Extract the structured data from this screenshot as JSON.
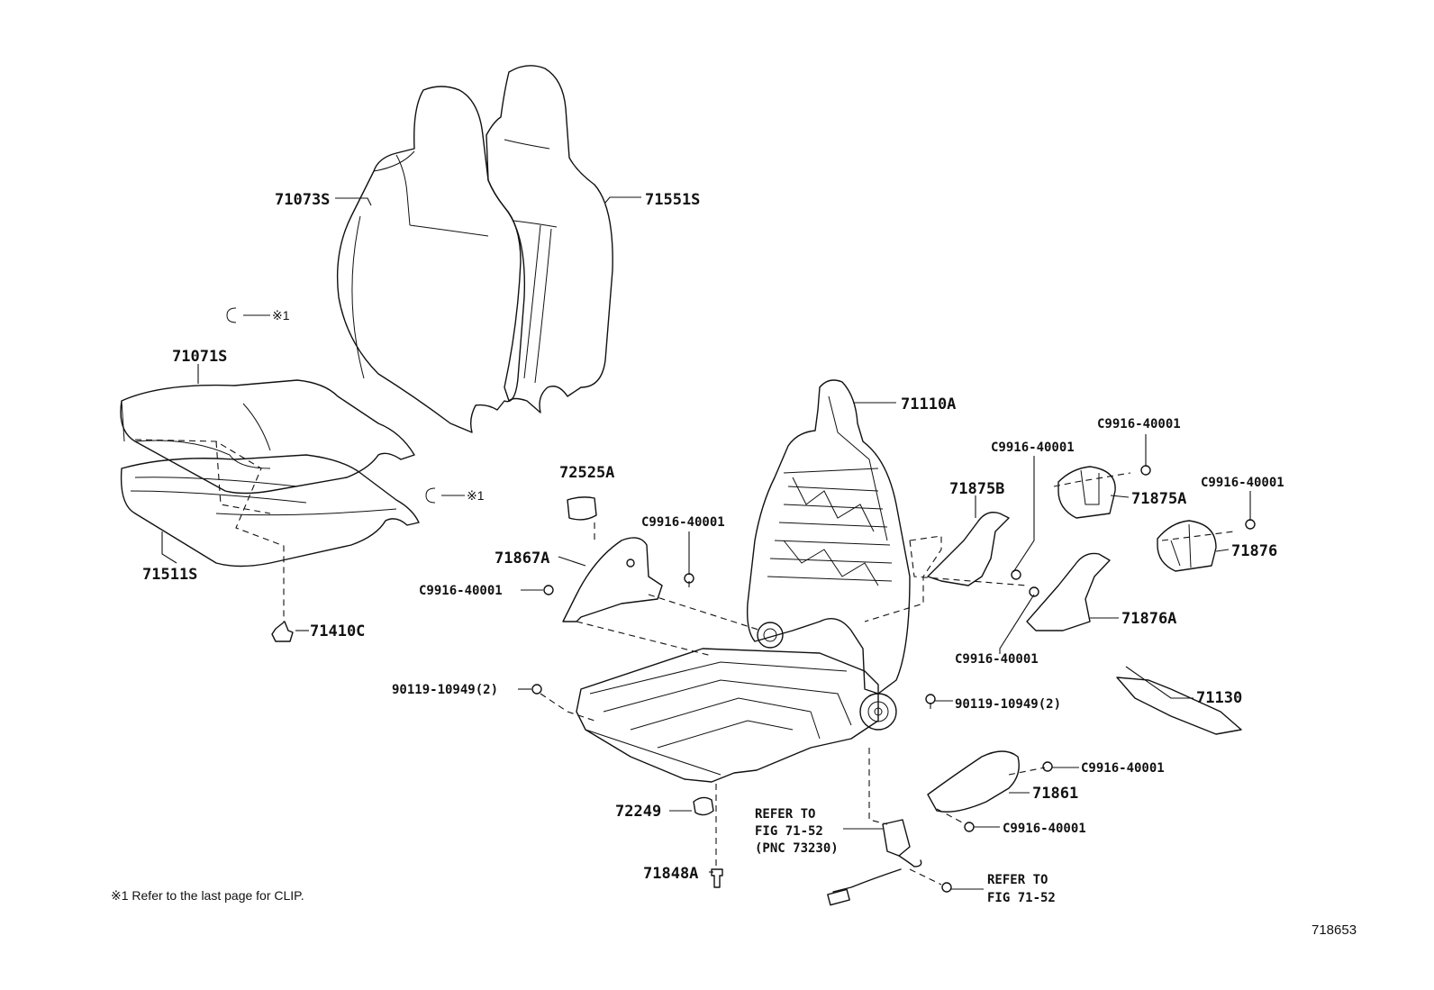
{
  "labels": {
    "l71073S": "71073S",
    "l71551S": "71551S",
    "l71071S": "71071S",
    "l71511S": "71511S",
    "l71410C": "71410C",
    "clip1": "※1",
    "clip2": "※1",
    "l71110A": "71110A",
    "l72525A": "72525A",
    "l71867A": "71867A",
    "c1": "C9916-40001",
    "c2": "C9916-40001",
    "c3": "C9916-40001",
    "c4": "C9916-40001",
    "c5": "C9916-40001",
    "c6": "C9916-40001",
    "c7": "C9916-40001",
    "c8": "C9916-40001",
    "l71875B": "71875B",
    "l71875A": "71875A",
    "l71876": "71876",
    "l71876A": "71876A",
    "l71130": "71130",
    "b1": "90119-10949(2)",
    "b2": "90119-10949(2)",
    "l71861": "71861",
    "l72249": "72249",
    "l71848A": "71848A",
    "refer_a1": "REFER TO",
    "refer_a2": "FIG 71-52",
    "refer_a3": "(PNC 73230)",
    "refer_b1": "REFER TO",
    "refer_b2": "FIG 71-52"
  },
  "footnote": "※1  Refer to the last page for CLIP.",
  "figure_code": "718653"
}
